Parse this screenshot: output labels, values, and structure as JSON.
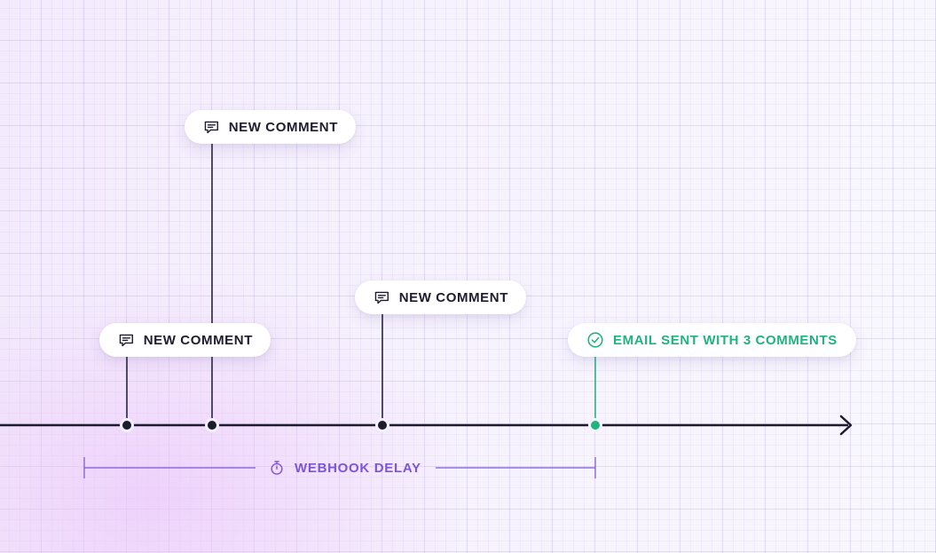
{
  "events": [
    {
      "label": "NEW COMMENT",
      "icon": "comment-icon"
    },
    {
      "label": "NEW COMMENT",
      "icon": "comment-icon"
    },
    {
      "label": "NEW COMMENT",
      "icon": "comment-icon"
    }
  ],
  "result": {
    "label": "EMAIL SENT WITH 3 COMMENTS",
    "icon": "check-circle-icon"
  },
  "delay": {
    "label": "WEBHOOK DELAY",
    "icon": "stopwatch-icon"
  },
  "colors": {
    "timeline": "#1d1b2e",
    "success": "#1fb37e",
    "delay": "#7d55d9"
  }
}
